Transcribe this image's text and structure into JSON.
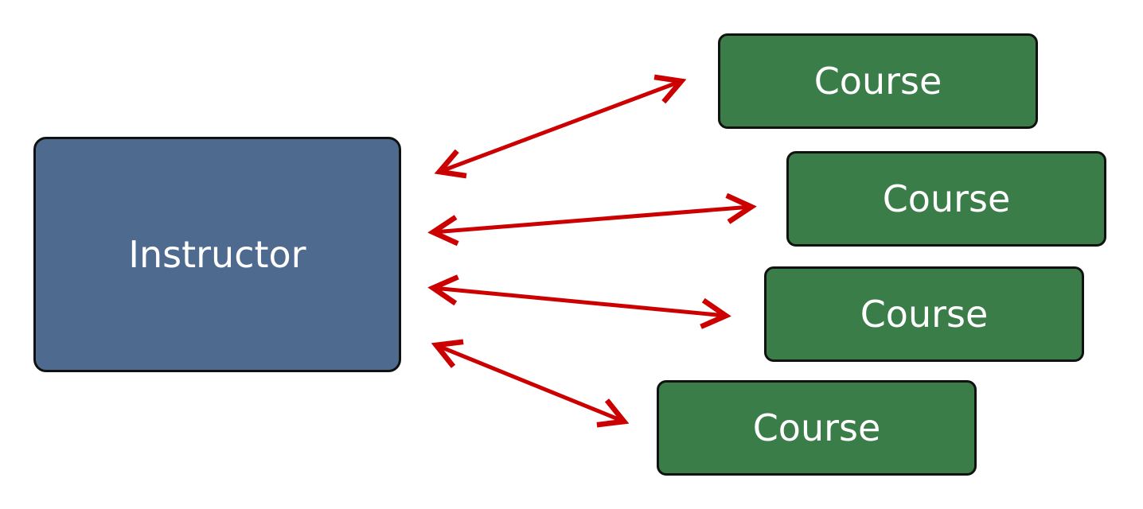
{
  "instructor": {
    "label": "Instructor"
  },
  "courses": [
    {
      "label": "Course"
    },
    {
      "label": "Course"
    },
    {
      "label": "Course"
    },
    {
      "label": "Course"
    }
  ],
  "colors": {
    "instructor": "#4f6a8f",
    "course": "#3a7d48",
    "arrow": "#cc0000"
  }
}
